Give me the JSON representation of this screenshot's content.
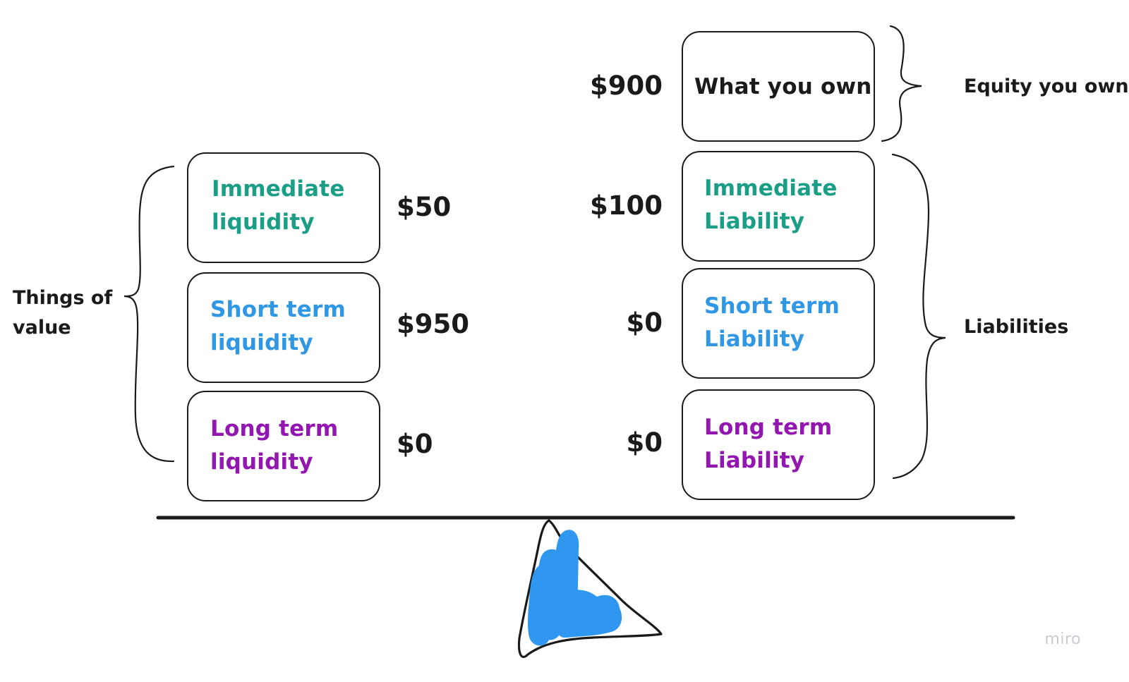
{
  "colors": {
    "immediate": "#1a9e86",
    "short_term": "#2f97e3",
    "long_term": "#9316b0",
    "ink": "#1a1a1a",
    "fulcrum_fill": "#2f97ef"
  },
  "assets": {
    "group_label": [
      "Things of",
      "value"
    ],
    "items": [
      {
        "label": [
          "Immediate",
          "liquidity"
        ],
        "amount": "$50",
        "tier": "immediate"
      },
      {
        "label": [
          "Short term",
          "liquidity"
        ],
        "amount": "$950",
        "tier": "short_term"
      },
      {
        "label": [
          "Long term",
          "liquidity"
        ],
        "amount": "$0",
        "tier": "long_term"
      }
    ]
  },
  "equity": {
    "label": [
      "What you own"
    ],
    "amount": "$900",
    "group_label": "Equity you own"
  },
  "liabilities": {
    "group_label": "Liabilities",
    "items": [
      {
        "label": [
          "Immediate",
          "Liability"
        ],
        "amount": "$100",
        "tier": "immediate"
      },
      {
        "label": [
          "Short term",
          "Liability"
        ],
        "amount": "$0",
        "tier": "short_term"
      },
      {
        "label": [
          "Long term",
          "Liability"
        ],
        "amount": "$0",
        "tier": "long_term"
      }
    ]
  },
  "watermark": "miro"
}
